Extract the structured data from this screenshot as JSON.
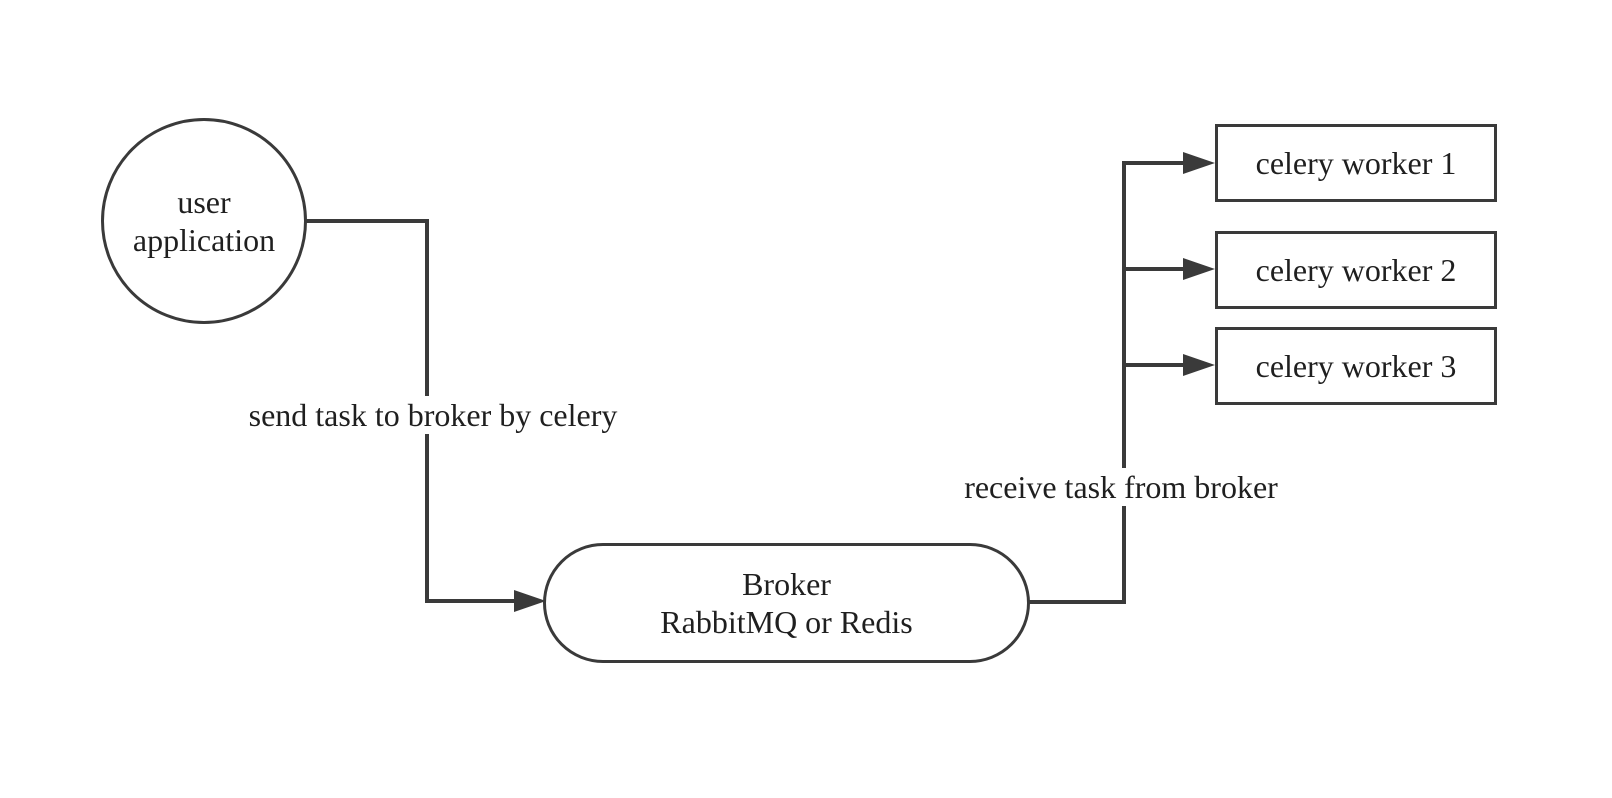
{
  "colors": {
    "background": "#ffffff",
    "stroke": "#3a3a3a",
    "text": "#1f1f1f"
  },
  "nodes": {
    "user_application": {
      "shape": "circle",
      "line1": "user",
      "line2": "application"
    },
    "broker": {
      "shape": "stadium",
      "line1": "Broker",
      "line2": "RabbitMQ or Redis"
    },
    "workers": [
      {
        "label": "celery worker 1"
      },
      {
        "label": "celery worker 2"
      },
      {
        "label": "celery worker 3"
      }
    ]
  },
  "edges": {
    "send_task": {
      "from": "user application",
      "to": "Broker",
      "label": "send task to broker by celery"
    },
    "receive_task": {
      "from": "Broker",
      "to": "celery workers",
      "label": "receive task from broker"
    }
  }
}
